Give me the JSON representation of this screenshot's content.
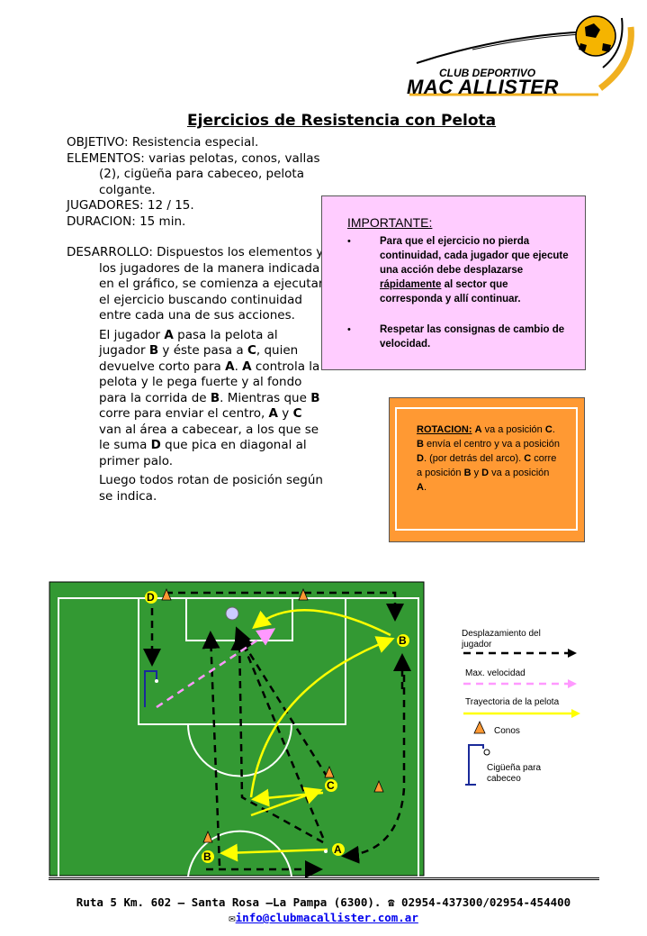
{
  "header": {
    "club_label": "CLUB DEPORTIVO",
    "club_name": "MAC ALLISTER"
  },
  "title": "Ejercicios de Resistencia con Pelota",
  "info": {
    "objetivo_label": "OBJETIVO:",
    "objetivo_value": " Resistencia especial.",
    "elementos_label": "ELEMENTOS:",
    "elementos_value": " varias pelotas, conos, vallas (2), cigüeña para cabeceo, pelota colgante.",
    "jugadores_label": "JUGADORES:",
    "jugadores_value": " 12 / 15.",
    "duracion_label": "DURACION:",
    "duracion_value": " 15 min.",
    "desarrollo_label": "DESARROLLO:",
    "desarrollo_value": " Dispuestos los elementos y los jugadores de la manera indicada en el gráfico, se comienza a ejecutar el ejercicio buscando continuidad entre cada una de sus acciones.",
    "paragraph2": [
      {
        "t": "El jugador ",
        "b": false
      },
      {
        "t": "A",
        "b": true
      },
      {
        "t": " pasa la pelota al jugador ",
        "b": false
      },
      {
        "t": "B",
        "b": true
      },
      {
        "t": " y éste pasa a ",
        "b": false
      },
      {
        "t": "C",
        "b": true
      },
      {
        "t": ", quien devuelve corto para ",
        "b": false
      },
      {
        "t": "A",
        "b": true
      },
      {
        "t": ". ",
        "b": false
      },
      {
        "t": "A",
        "b": true
      },
      {
        "t": " controla la pelota y le pega fuerte y al fondo para la corrida de ",
        "b": false
      },
      {
        "t": "B",
        "b": true
      },
      {
        "t": ". Mientras que ",
        "b": false
      },
      {
        "t": "B",
        "b": true
      },
      {
        "t": " corre para enviar el centro, ",
        "b": false
      },
      {
        "t": "A",
        "b": true
      },
      {
        "t": " y ",
        "b": false
      },
      {
        "t": "C",
        "b": true
      },
      {
        "t": " van al área a cabecear, a los que se le suma ",
        "b": false
      },
      {
        "t": "D",
        "b": true
      },
      {
        "t": " que pica en diagonal al primer palo.",
        "b": false
      }
    ],
    "paragraph3": "Luego todos rotan de posición según se indica."
  },
  "important": {
    "title": "IMPORTANTE:",
    "bullet_char": "•",
    "item1_pre": "Para que el ejercicio no pierda continuidad, cada jugador que ejecute una acción debe desplazarse ",
    "item1_underlined": "rápidamente",
    "item1_post": " al sector que corresponda y allí continuar.",
    "item2": "Respetar las consignas de cambio de velocidad."
  },
  "rotation": {
    "parts": [
      {
        "t": "ROTACION:",
        "b": true,
        "u": true
      },
      {
        "t": " ",
        "b": false
      },
      {
        "t": "A",
        "b": true
      },
      {
        "t": " va a posición ",
        "b": false
      },
      {
        "t": "C",
        "b": true
      },
      {
        "t": ". ",
        "b": false
      },
      {
        "t": "B",
        "b": true
      },
      {
        "t": " envía el centro y va a posición ",
        "b": false
      },
      {
        "t": "D",
        "b": true
      },
      {
        "t": ". (por detrás del arco). ",
        "b": false
      },
      {
        "t": "C",
        "b": true
      },
      {
        "t": " corre a posición ",
        "b": false
      },
      {
        "t": "B",
        "b": true
      },
      {
        "t": " y ",
        "b": false
      },
      {
        "t": "D",
        "b": true
      },
      {
        "t": " va a posición ",
        "b": false
      },
      {
        "t": "A",
        "b": true
      },
      {
        "t": ".",
        "b": false
      }
    ]
  },
  "diagram": {
    "players": {
      "d": "D",
      "b_top": "B",
      "c": "C",
      "a": "A",
      "b_bottom": "B"
    },
    "colors": {
      "grass": "#339933",
      "run": "#000000",
      "speed": "#ff99ff",
      "ball": "#ffff00",
      "cone": "#ff9933",
      "goal": "#1a2a99"
    }
  },
  "legend": {
    "run": "Desplazamiento del jugador",
    "speed": "Max. velocidad",
    "ball": "Trayectoria de la pelota",
    "cones": "Conos",
    "stork": "Cigüeña para cabeceo"
  },
  "footer": {
    "address": "Ruta 5 Km. 602 – Santa Rosa –La Pampa (6300).",
    "phone_icon": "phone-icon",
    "phones": "02954-437300/02954-454400",
    "mail_icon": "mail-icon",
    "email": "info@clubmacallister.com.ar"
  }
}
